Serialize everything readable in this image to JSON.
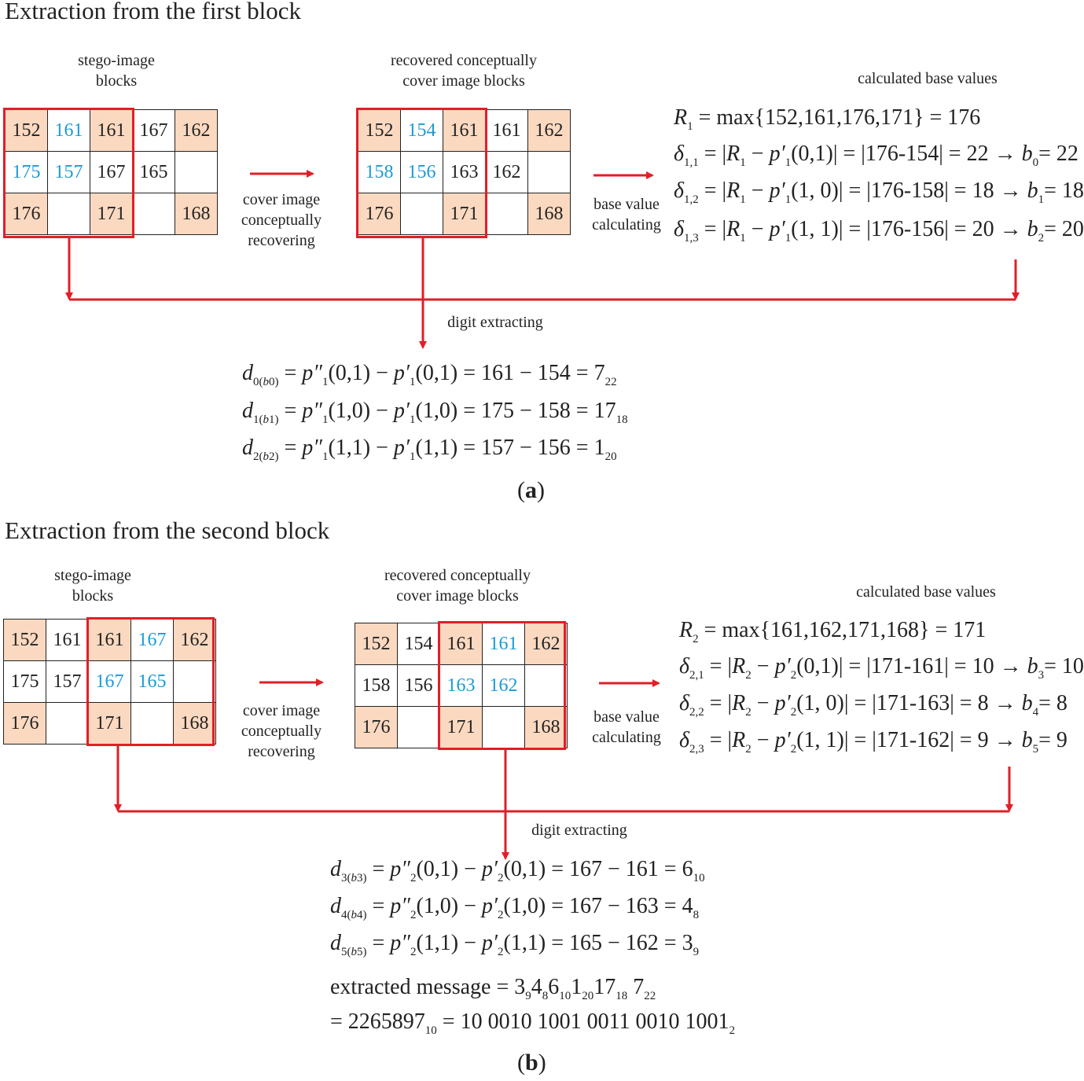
{
  "panel_a": {
    "title": "Extraction from the first block",
    "stego_label": [
      "stego-image",
      "blocks"
    ],
    "cover_label": [
      "recovered conceptually",
      "cover image blocks"
    ],
    "base_label": "calculated base values",
    "recover_label": [
      "cover image",
      "conceptually",
      "recovering"
    ],
    "calc_label": [
      "base value",
      "calculating"
    ],
    "extract_label": "digit extracting",
    "stego_grid": [
      [
        "152",
        "161",
        "161",
        "167",
        "162"
      ],
      [
        "175",
        "157",
        "167",
        "165",
        ""
      ],
      [
        "176",
        "",
        "171",
        "",
        "168"
      ]
    ],
    "cover_grid": [
      [
        "152",
        "154",
        "161",
        "161",
        "162"
      ],
      [
        "158",
        "156",
        "163",
        "162",
        ""
      ],
      [
        "176",
        "",
        "171",
        "",
        "168"
      ]
    ],
    "base_eq": {
      "r": "= max{152,161,176,171} = 176",
      "d1": "= |176-154| = 22",
      "d1v": "= 22",
      "d2": "= |176-158| = 18",
      "d2v": "= 18",
      "d3": "= |176-156| = 20",
      "d3v": "= 20"
    },
    "digits": [
      {
        "rhs": "= 161 − 154 = 7",
        "base": "22"
      },
      {
        "rhs": "= 175 − 158 = 17",
        "base": "18"
      },
      {
        "rhs": "= 157 − 156 = 1",
        "base": "20"
      }
    ],
    "letter": "a"
  },
  "panel_b": {
    "title": "Extraction from the second block",
    "stego_label": [
      "stego-image",
      "blocks"
    ],
    "cover_label": [
      "recovered conceptually",
      "cover image blocks"
    ],
    "base_label": "calculated base values",
    "recover_label": [
      "cover image",
      "conceptually",
      "recovering"
    ],
    "calc_label": [
      "base value",
      "calculating"
    ],
    "extract_label": "digit extracting",
    "stego_grid": [
      [
        "152",
        "161",
        "161",
        "167",
        "162"
      ],
      [
        "175",
        "157",
        "167",
        "165",
        ""
      ],
      [
        "176",
        "",
        "171",
        "",
        "168"
      ]
    ],
    "cover_grid": [
      [
        "152",
        "154",
        "161",
        "161",
        "162"
      ],
      [
        "158",
        "156",
        "163",
        "162",
        ""
      ],
      [
        "176",
        "",
        "171",
        "",
        "168"
      ]
    ],
    "base_eq": {
      "r": "= max{161,162,171,168} = 171",
      "d1": "= |171-161| = 10",
      "d1v": "= 10",
      "d2": "= |171-163| = 8",
      "d2v": "= 8",
      "d3": "= |171-162| = 9",
      "d3v": "= 9"
    },
    "digits": [
      {
        "rhs": "= 167 − 161 = 6",
        "base": "10"
      },
      {
        "rhs": "= 167 − 163 = 4",
        "base": "8"
      },
      {
        "rhs": "= 165 − 162 = 3",
        "base": "9"
      }
    ],
    "message_label": "extracted message =",
    "message_parts": [
      {
        "v": "3",
        "b": "9"
      },
      {
        "v": "4",
        "b": "8"
      },
      {
        "v": "6",
        "b": "10"
      },
      {
        "v": "1",
        "b": "20"
      },
      {
        "v": "17",
        "b": "18"
      },
      {
        "v": " 7",
        "b": "22"
      }
    ],
    "decimal": "= 2265897",
    "decimal_base": "10",
    "binary": "= 10 0010 1001 0011 0010 1001",
    "binary_base": "2",
    "letter": "b"
  },
  "colors": {
    "highlight": "#fbd9c0",
    "embedded": "#1a9bd7",
    "arrow": "#e01f27"
  }
}
